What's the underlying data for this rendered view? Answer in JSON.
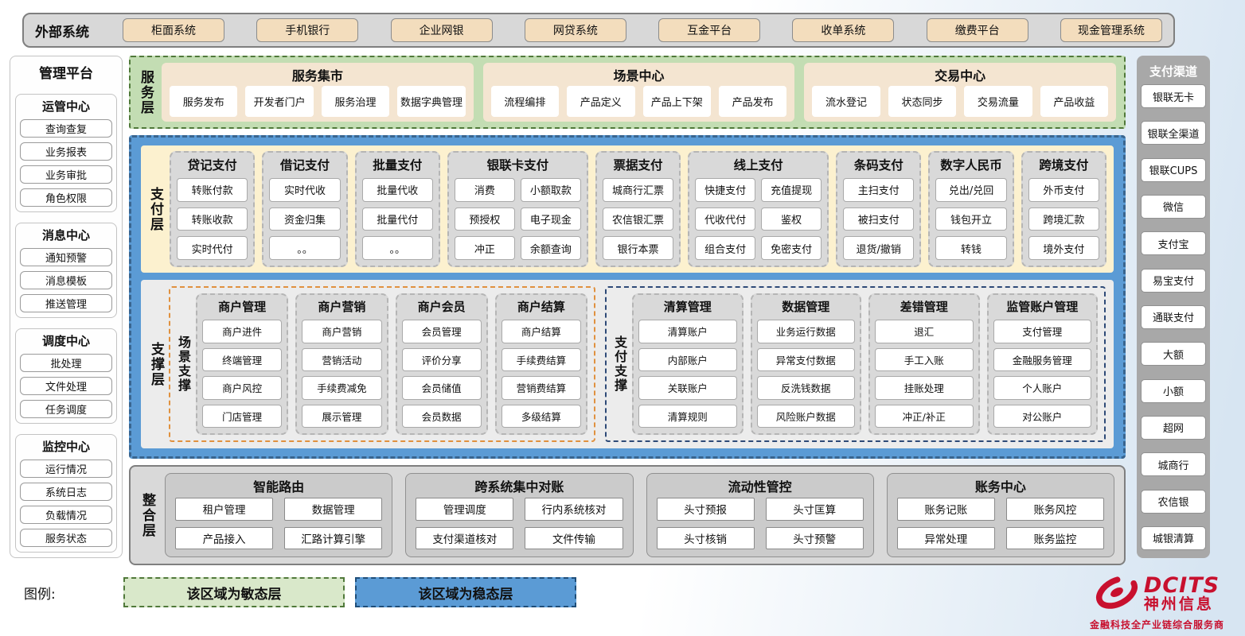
{
  "colors": {
    "agile_green": "#c3ddb3",
    "stable_blue": "#5b9bd5",
    "brand_red": "#c8102e",
    "panel_gray": "#d9d9d9",
    "cream": "#fcf1cf"
  },
  "external": {
    "label": "外部系统",
    "systems": [
      "柜面系统",
      "手机银行",
      "企业网银",
      "网贷系统",
      "互金平台",
      "收单系统",
      "缴费平台",
      "现金管理系统"
    ]
  },
  "management": {
    "title": "管理平台",
    "sections": [
      {
        "title": "运管中心",
        "items": [
          "查询查复",
          "业务报表",
          "业务审批",
          "角色权限"
        ]
      },
      {
        "title": "消息中心",
        "items": [
          "通知预警",
          "消息模板",
          "推送管理"
        ]
      },
      {
        "title": "调度中心",
        "items": [
          "批处理",
          "文件处理",
          "任务调度"
        ]
      },
      {
        "title": "监控中心",
        "items": [
          "运行情况",
          "系统日志",
          "负载情况",
          "服务状态"
        ]
      }
    ]
  },
  "service_layer": {
    "label": "服务层",
    "groups": [
      {
        "title": "服务集市",
        "items": [
          "服务发布",
          "开发者门户",
          "服务治理",
          "数据字典管理"
        ]
      },
      {
        "title": "场景中心",
        "items": [
          "流程编排",
          "产品定义",
          "产品上下架",
          "产品发布"
        ]
      },
      {
        "title": "交易中心",
        "items": [
          "流水登记",
          "状态同步",
          "交易流量",
          "产品收益"
        ]
      }
    ]
  },
  "payment_layer": {
    "label": "支付层",
    "columns": [
      {
        "title": "贷记支付",
        "items": [
          "转账付款",
          "转账收款",
          "实时代付"
        ]
      },
      {
        "title": "借记支付",
        "items": [
          "实时代收",
          "资金归集",
          "。。"
        ]
      },
      {
        "title": "批量支付",
        "items": [
          "批量代收",
          "批量代付",
          "。。"
        ]
      },
      {
        "title": "银联卡支付",
        "items": [
          "消费",
          "小额取款",
          "预授权",
          "电子现金",
          "冲正",
          "余额查询"
        ]
      },
      {
        "title": "票据支付",
        "items": [
          "城商行汇票",
          "农信银汇票",
          "银行本票"
        ]
      },
      {
        "title": "线上支付",
        "items": [
          "快捷支付",
          "充值提现",
          "代收代付",
          "鉴权",
          "组合支付",
          "免密支付"
        ]
      },
      {
        "title": "条码支付",
        "items": [
          "主扫支付",
          "被扫支付",
          "退货/撤销"
        ]
      },
      {
        "title": "数字人民币",
        "items": [
          "兑出/兑回",
          "钱包开立",
          "转钱"
        ]
      },
      {
        "title": "跨境支付",
        "items": [
          "外币支付",
          "跨境汇款",
          "境外支付"
        ]
      }
    ]
  },
  "support_layer": {
    "label": "支撑层",
    "groups": [
      {
        "label": "场景支撑",
        "columns": [
          {
            "title": "商户管理",
            "items": [
              "商户进件",
              "终端管理",
              "商户风控",
              "门店管理"
            ]
          },
          {
            "title": "商户营销",
            "items": [
              "商户营销",
              "营销活动",
              "手续费减免",
              "展示管理"
            ]
          },
          {
            "title": "商户会员",
            "items": [
              "会员管理",
              "评价分享",
              "会员储值",
              "会员数据"
            ]
          },
          {
            "title": "商户结算",
            "items": [
              "商户结算",
              "手续费结算",
              "营销费结算",
              "多级结算"
            ]
          }
        ]
      },
      {
        "label": "支付支撑",
        "columns": [
          {
            "title": "清算管理",
            "items": [
              "清算账户",
              "内部账户",
              "关联账户",
              "清算规则"
            ]
          },
          {
            "title": "数据管理",
            "items": [
              "业务运行数据",
              "异常支付数据",
              "反洗钱数据",
              "风险账户数据"
            ]
          },
          {
            "title": "差错管理",
            "items": [
              "退汇",
              "手工入账",
              "挂账处理",
              "冲正/补正"
            ]
          },
          {
            "title": "监管账户管理",
            "items": [
              "支付管理",
              "金融服务管理",
              "个人账户",
              "对公账户"
            ]
          }
        ]
      }
    ]
  },
  "integration_layer": {
    "label": "整合层",
    "groups": [
      {
        "title": "智能路由",
        "items": [
          "租户管理",
          "数据管理",
          "产品接入",
          "汇路计算引擎"
        ]
      },
      {
        "title": "跨系统集中对账",
        "items": [
          "管理调度",
          "行内系统核对",
          "支付渠道核对",
          "文件传输"
        ]
      },
      {
        "title": "流动性管控",
        "items": [
          "头寸预报",
          "头寸匡算",
          "头寸核销",
          "头寸预警"
        ]
      },
      {
        "title": "账务中心",
        "items": [
          "账务记账",
          "账务风控",
          "异常处理",
          "账务监控"
        ]
      }
    ]
  },
  "channels": {
    "title": "支付渠道",
    "items": [
      "银联无卡",
      "银联全渠道",
      "银联CUPS",
      "微信",
      "支付宝",
      "易宝支付",
      "通联支付",
      "大额",
      "小额",
      "超网",
      "城商行",
      "农信银",
      "城银清算"
    ]
  },
  "legend": {
    "label": "图例:",
    "agile": "该区域为敏态层",
    "stable": "该区域为稳态层"
  },
  "logo": {
    "brand": "DCITS",
    "name": "神州信息",
    "tagline": "金融科技全产业链综合服务商"
  }
}
